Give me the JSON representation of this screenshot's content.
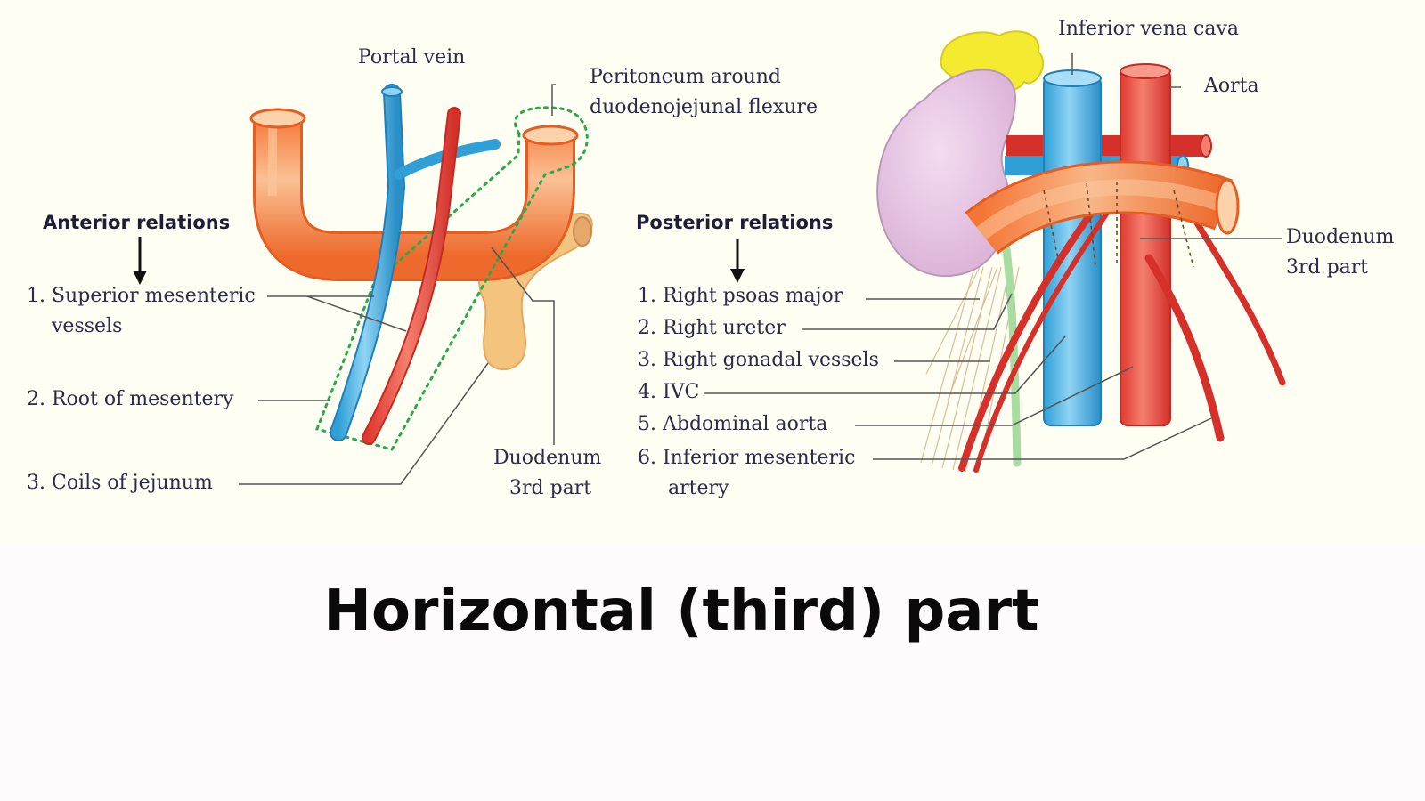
{
  "title": "Horizontal (third) part",
  "colors": {
    "panel_bg": "#fefef2",
    "duodenum": "#f58a4c",
    "vein": "#3aaee0",
    "artery": "#e8443a",
    "kidney": "#e7c6e4",
    "adrenal": "#f4e83a",
    "peritoneum": "#2ca84a",
    "jejunum": "#f3c27c"
  },
  "anterior": {
    "heading": "Anterior relations",
    "items": [
      {
        "line1": "1. Superior mesenteric",
        "line2": "vessels"
      },
      {
        "line1": "2. Root of mesentery"
      },
      {
        "line1": "3. Coils of jejunum"
      }
    ],
    "labels": {
      "portal_vein": "Portal vein",
      "peritoneum_1": "Peritoneum around",
      "peritoneum_2": "duodenojejunal flexure",
      "duodenum_1": "Duodenum",
      "duodenum_2": "3rd part"
    }
  },
  "posterior": {
    "heading": "Posterior relations",
    "items": [
      {
        "line1": "1. Right psoas major"
      },
      {
        "line1": "2. Right ureter"
      },
      {
        "line1": "3. Right gonadal vessels"
      },
      {
        "line1": "4. IVC"
      },
      {
        "line1": "5. Abdominal aorta"
      },
      {
        "line1": "6. Inferior mesenteric",
        "line2": "artery"
      }
    ],
    "labels": {
      "ivc": "Inferior vena cava",
      "aorta": "Aorta",
      "duodenum_1": "Duodenum",
      "duodenum_2": "3rd part"
    }
  }
}
